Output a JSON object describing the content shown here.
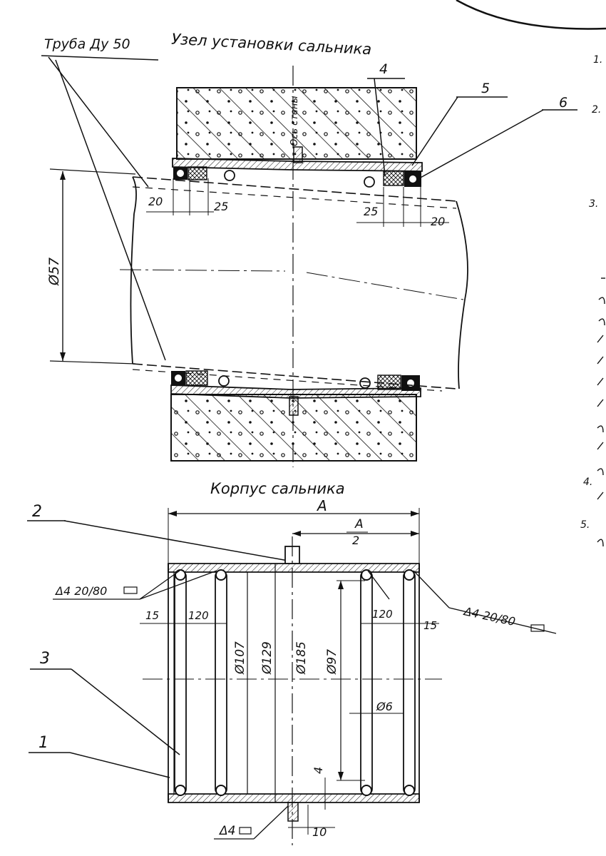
{
  "titles": {
    "top_section": "Узел установки сальника",
    "bottom_section": "Корпус сальника"
  },
  "callouts": {
    "pipe": "Труба Ду 50",
    "c1": "1",
    "c2": "2",
    "c3": "3",
    "c4": "4",
    "c5": "5",
    "c6": "6",
    "wall_axis": "Ось стены"
  },
  "dimensions": {
    "d57": "Ø57",
    "top_20_left": "20",
    "top_25_left": "25",
    "top_25_right": "25",
    "top_20_right": "20",
    "A": "A",
    "A_half_num": "A",
    "A_half_den": "2",
    "weld_left": "Δ4 20/80",
    "weld_right": "Δ4-20/80",
    "dim_15_left": "15",
    "dim_120_left": "120",
    "dim_120_right": "120",
    "dim_15_right": "15",
    "d107": "Ø107",
    "d129": "Ø129",
    "d185": "Ø185",
    "d97": "Ø97",
    "d6": "Ø6",
    "dim_4": "4",
    "dim_10": "10",
    "weld_bottom": "Δ4"
  },
  "notes_margin": [
    "1.",
    "2.",
    "3.",
    "4.",
    "5."
  ]
}
